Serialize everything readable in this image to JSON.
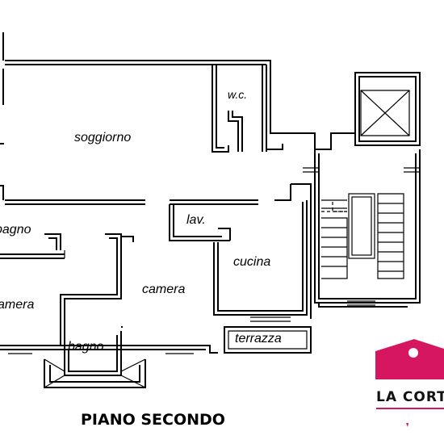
{
  "rooms": {
    "soggiorno": "soggiorno",
    "wc": "w.c.",
    "bagno_left": "bagno",
    "lav": "lav.",
    "cucina": "cucina",
    "camera_left": "camera",
    "camera_center": "camera",
    "bagno_bottom": "bagno",
    "terrazza": "terrazza"
  },
  "title": "PIANO SECONDO",
  "logo": {
    "text": "LA CORTE",
    "brand_color": "#d6165f"
  }
}
